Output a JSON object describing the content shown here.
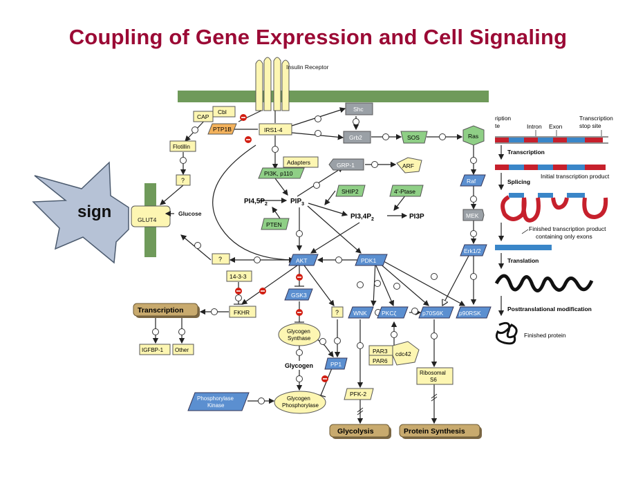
{
  "title": "Coupling of Gene Expression and Cell Signaling",
  "colors": {
    "title": "#9b0a35",
    "membrane": "#6f9a5a",
    "yellow": "#fdf6b2",
    "blue": "#5b8fd0",
    "green": "#8fcf86",
    "gray": "#9aa0a6",
    "orange": "#f3b25c",
    "tan": "#c8aa6e",
    "inhibit": "#d11e12",
    "gene_red": "#c6202c",
    "gene_blue": "#3a86c8"
  },
  "signal_star": {
    "label": "sign"
  },
  "pathway": {
    "receptor": "Insulin Receptor",
    "glucose": "Glucose",
    "glut4": "GLUT4",
    "cbl": "Cbl",
    "cap": "CAP",
    "ptp1b": "PTP1B",
    "irs": "IRS1-4",
    "flotillin": "Flotillin",
    "q1": "?",
    "q2": "?",
    "q3": "?",
    "shc": "Shc",
    "grb2": "Grb2",
    "sos": "SOS",
    "ras": "Ras",
    "raf": "Raf",
    "mek": "MEK",
    "erk": "Erk1/2",
    "adapters": "Adapters",
    "pi3k": "PI3K, p110",
    "grp1": "GRP-1",
    "arf": "ARF",
    "ship2": "SHIP2",
    "ptase4": "4'-Ptase",
    "pi45p2_main": "PI4,5P",
    "pi45p2_sub": "2",
    "pip3_main": "PIP",
    "pip3_sub": "3",
    "pi34p2_main": "PI3,4P",
    "pi34p2_sub": "2",
    "pi3p": "PI3P",
    "pten": "PTEN",
    "akt": "AKT",
    "pdk1": "PDK1",
    "p1433": "14-3-3",
    "fkhr": "FKHR",
    "gsk3": "GSK3",
    "transcription": "Transcription",
    "igfbp1": "IGFBP-1",
    "other": "Other",
    "glycogen_synthase_1": "Glycogen",
    "glycogen_synthase_2": "Synthase",
    "glycogen": "Glycogen",
    "pp1": "PP1",
    "phk1": "Phosphorylase",
    "phk2": "Kinase",
    "gp1": "Glycogen",
    "gp2": "Phosphorylase",
    "wnk": "WNK",
    "pkcz": "PKCζ",
    "p70s6k": "p70S6K",
    "p90rsk": "p90RSK",
    "pfk2": "PFK-2",
    "par3": "PAR3",
    "par6": "PAR6",
    "cdc42": "cdc42",
    "rs6_1": "Ribosomal",
    "rs6_2": "S6",
    "glycolysis": "Glycolysis",
    "protein_synthesis": "Protein Synthesis"
  },
  "gene_panel": {
    "start_label_1": "ription",
    "start_label_2": "te",
    "intron": "Intron",
    "exon": "Exon",
    "stop_label_1": "Transcription",
    "stop_label_2": "stop site",
    "step_transcription": "Transcription",
    "initial_product": "Initial transcription product",
    "step_splicing": "Splicing",
    "finished_product_1": "Finished transcription product",
    "finished_product_2": "containing only exons",
    "step_translation": "Translation",
    "step_ptm": "Posttranslational modification",
    "finished_protein": "Finished protein"
  }
}
